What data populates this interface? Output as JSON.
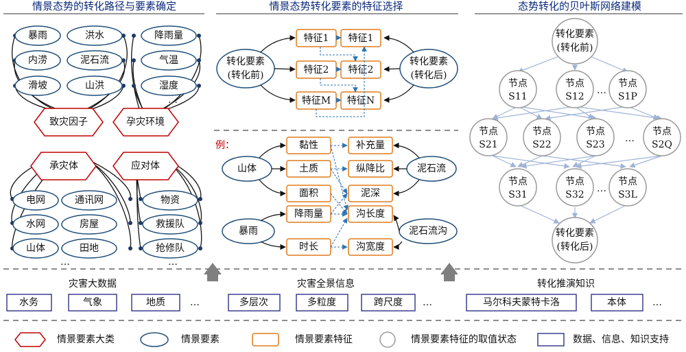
{
  "panel1": {
    "title": "情景态势的转化路径与要素确定",
    "disaster_factor_items": [
      "暴雨",
      "洪水",
      "内涝",
      "泥石流",
      "滑坡",
      "山洪"
    ],
    "environment_items": [
      "降雨量",
      "气温",
      "湿度",
      "…"
    ],
    "hex_labels": [
      "致灾因子",
      "孕灾环境",
      "承灾体",
      "应对体"
    ],
    "bearing_items": [
      "电网",
      "通讯网",
      "水网",
      "房屋",
      "山体",
      "田地",
      "…"
    ],
    "response_items": [
      "物资",
      "救援队",
      "抢修队",
      "…"
    ]
  },
  "panel2": {
    "title": "情景态势转化要素的特征选择",
    "before_label": [
      "转化要素",
      "(转化前)"
    ],
    "after_label": [
      "转化要素",
      "(转化后)"
    ],
    "features_left": [
      "特征1",
      "特征2",
      "特征M"
    ],
    "features_right": [
      "特征1",
      "特征2",
      "特征N"
    ],
    "example_label": "例：",
    "example": {
      "mountain": "山体",
      "rainstorm": "暴雨",
      "mudflow": "泥石流",
      "gully": "泥石流沟",
      "left_features": [
        "黏性",
        "土质",
        "面积",
        "降雨量",
        "时长"
      ],
      "right_features": [
        "补充量",
        "纵降比",
        "泥深",
        "沟长度",
        "沟宽度"
      ]
    }
  },
  "panel3": {
    "title": "态势转化的贝叶斯网络建模",
    "top": [
      "转化要素",
      "(转化前)"
    ],
    "bottom": [
      "转化要素",
      "(转化后)"
    ],
    "row1": [
      [
        "节点",
        "S11"
      ],
      [
        "节点",
        "S12"
      ],
      [
        "节点",
        "S1P"
      ]
    ],
    "row2": [
      [
        "节点",
        "S21"
      ],
      [
        "节点",
        "S22"
      ],
      [
        "节点",
        "S23"
      ],
      [
        "节点",
        "S2Q"
      ]
    ],
    "row3": [
      [
        "节点",
        "S31"
      ],
      [
        "节点",
        "S32"
      ],
      [
        "节点",
        "S3L"
      ]
    ],
    "ellipsis": "…"
  },
  "bottom": {
    "big_data": {
      "label": "灾害大数据",
      "items": [
        "水务",
        "气象",
        "地质",
        "…"
      ]
    },
    "panorama": {
      "label": "灾害全景信息",
      "items": [
        "多层次",
        "多粒度",
        "跨尺度",
        "…"
      ]
    },
    "knowledge": {
      "label": "转化推演知识",
      "items": [
        "马尔科夫蒙特卡洛",
        "本体",
        "…"
      ]
    }
  },
  "legend": [
    "情景要素大类",
    "情景要素",
    "情景要素特征",
    "情景要素特征的取值状态",
    "数据、信息、知识支持"
  ],
  "colors": {
    "title": "#0b2a7a",
    "ellipse": "#1f4e79",
    "feature_box": "#e07b1a",
    "state_node": "#9a9a9a",
    "support_box": "#3b3f8f",
    "hexagon": "#c00000",
    "dashed_arrow": "#2e75b6",
    "example": "#c00000"
  }
}
